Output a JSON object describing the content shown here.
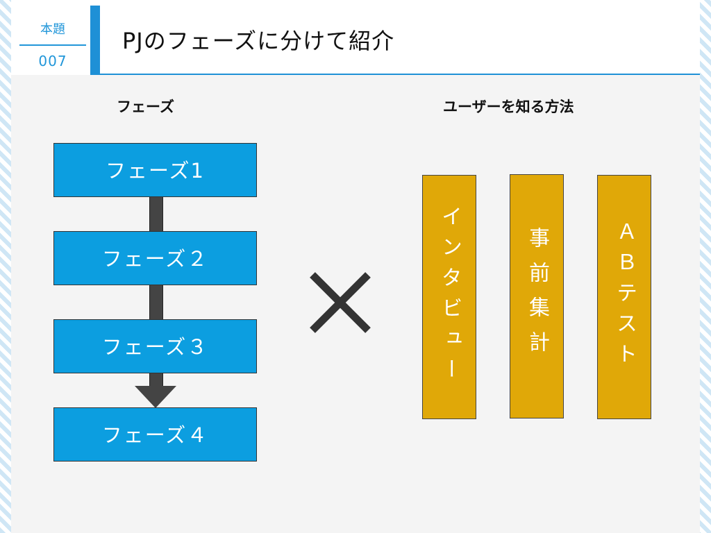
{
  "header": {
    "topic_label": "本題",
    "topic_number": "007",
    "title": "PJのフェーズに分けて紹介"
  },
  "left": {
    "heading": "フェーズ",
    "phases": [
      "フェーズ1",
      "フェーズ２",
      "フェーズ３",
      "フェーズ４"
    ]
  },
  "operator": "×",
  "right": {
    "heading": "ユーザーを知る方法",
    "methods": [
      "インタビュー",
      "事前集計",
      "ＡＢテスト"
    ]
  },
  "colors": {
    "accent": "#1e90d6",
    "phase_fill": "#0c9ee0",
    "method_fill": "#e0a808",
    "connector": "#444444"
  }
}
